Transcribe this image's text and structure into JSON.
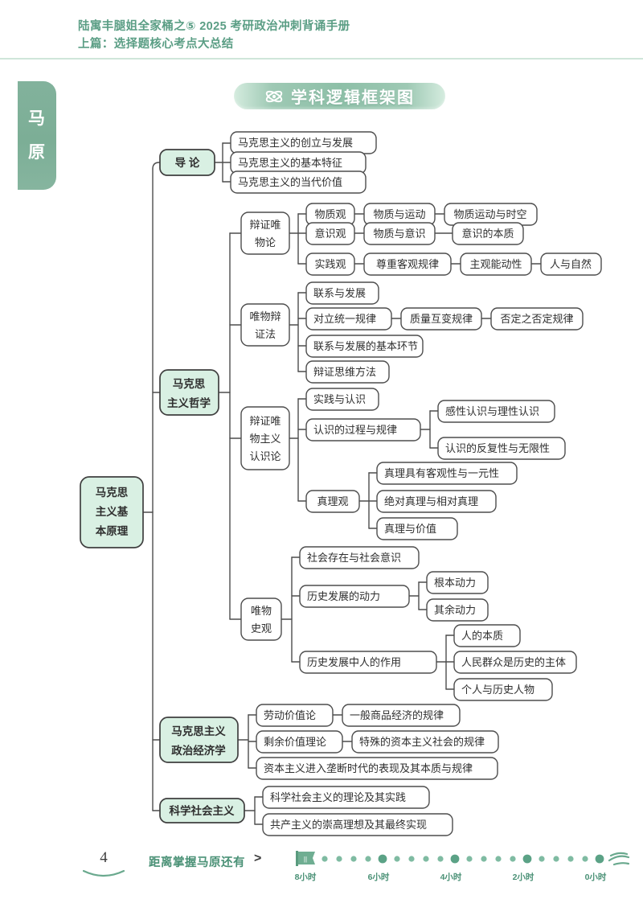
{
  "header": {
    "line1": "陆寓丰腿姐全家桶之⑤  2025 考研政治冲刺背诵手册",
    "line2": "上篇：选择题核心考点大总结"
  },
  "side_tab": {
    "char1": "马",
    "char2": "原"
  },
  "banner": {
    "title": "学科逻辑框架图",
    "icon": "atom-icon"
  },
  "colors": {
    "brand_green": "#5b9e85",
    "tab_green": "#7cae96",
    "banner_green": "#8dbfa7",
    "node_mint": "#d9f0e3",
    "node_border": "#4d4d4d",
    "rule": "#cfe6da"
  },
  "mindmap": {
    "root": "马克思\n主义基\n本原理",
    "root_label": "马克思主义基本原理",
    "branches": [
      {
        "label": "导  论",
        "highlight": true,
        "children": [
          {
            "label": "马克思主义的创立与发展"
          },
          {
            "label": "马克思主义的基本特征"
          },
          {
            "label": "马克思主义的当代价值"
          }
        ]
      },
      {
        "label": "马克思\n主义哲学",
        "plain_label": "马克思主义哲学",
        "highlight": true,
        "children": [
          {
            "label": "辩证唯\n物论",
            "plain_label": "辩证唯物论",
            "children": [
              {
                "label": "物质观",
                "children": [
                  {
                    "label": "物质与运动",
                    "children": [
                      {
                        "label": "物质运动与时空"
                      }
                    ]
                  }
                ]
              },
              {
                "label": "意识观",
                "children": [
                  {
                    "label": "物质与意识",
                    "children": [
                      {
                        "label": "意识的本质"
                      }
                    ]
                  }
                ]
              },
              {
                "label": "实践观",
                "children": [
                  {
                    "label": "尊重客观规律",
                    "children": [
                      {
                        "label": "主观能动性",
                        "children": [
                          {
                            "label": "人与自然"
                          }
                        ]
                      }
                    ]
                  }
                ]
              }
            ]
          },
          {
            "label": "唯物辩\n证法",
            "plain_label": "唯物辩证法",
            "children": [
              {
                "label": "联系与发展"
              },
              {
                "label": "对立统一规律",
                "children": [
                  {
                    "label": "质量互变规律",
                    "children": [
                      {
                        "label": "否定之否定规律"
                      }
                    ]
                  }
                ]
              },
              {
                "label": "联系与发展的基本环节"
              },
              {
                "label": "辩证思维方法"
              }
            ]
          },
          {
            "label": "辩证唯\n物主义\n认识论",
            "plain_label": "辩证唯物主义认识论",
            "children": [
              {
                "label": "实践与认识"
              },
              {
                "label": "认识的过程与规律",
                "children": [
                  {
                    "label": "感性认识与理性认识"
                  },
                  {
                    "label": "认识的反复性与无限性"
                  }
                ]
              },
              {
                "label": "真理观",
                "children": [
                  {
                    "label": "真理具有客观性与一元性"
                  },
                  {
                    "label": "绝对真理与相对真理"
                  },
                  {
                    "label": "真理与价值"
                  }
                ]
              }
            ]
          },
          {
            "label": "唯物\n史观",
            "plain_label": "唯物史观",
            "children": [
              {
                "label": "社会存在与社会意识"
              },
              {
                "label": "历史发展的动力",
                "children": [
                  {
                    "label": "根本动力"
                  },
                  {
                    "label": "其余动力"
                  }
                ]
              },
              {
                "label": "历史发展中人的作用",
                "children": [
                  {
                    "label": "人的本质"
                  },
                  {
                    "label": "人民群众是历史的主体"
                  },
                  {
                    "label": "个人与历史人物"
                  }
                ]
              }
            ]
          }
        ]
      },
      {
        "label": "马克思主义\n政治经济学",
        "plain_label": "马克思主义政治经济学",
        "highlight": true,
        "children": [
          {
            "label": "劳动价值论",
            "children": [
              {
                "label": "一般商品经济的规律"
              }
            ]
          },
          {
            "label": "剩余价值理论",
            "children": [
              {
                "label": "特殊的资本主义社会的规律"
              }
            ]
          },
          {
            "label": "资本主义进入垄断时代的表现及其本质与规律"
          }
        ]
      },
      {
        "label": "科学社会主义",
        "highlight": true,
        "children": [
          {
            "label": "科学社会主义的理论及其实践"
          },
          {
            "label": "共产主义的崇高理想及其最终实现"
          }
        ]
      }
    ]
  },
  "footer": {
    "page_number": "4",
    "label": "距离掌握马原还有",
    "arrow": ">",
    "flag_icon": "flag-icon",
    "bird_icon": "bird-icon",
    "ticks": [
      "8小时",
      "6小时",
      "4小时",
      "2小时",
      "0小时"
    ]
  }
}
